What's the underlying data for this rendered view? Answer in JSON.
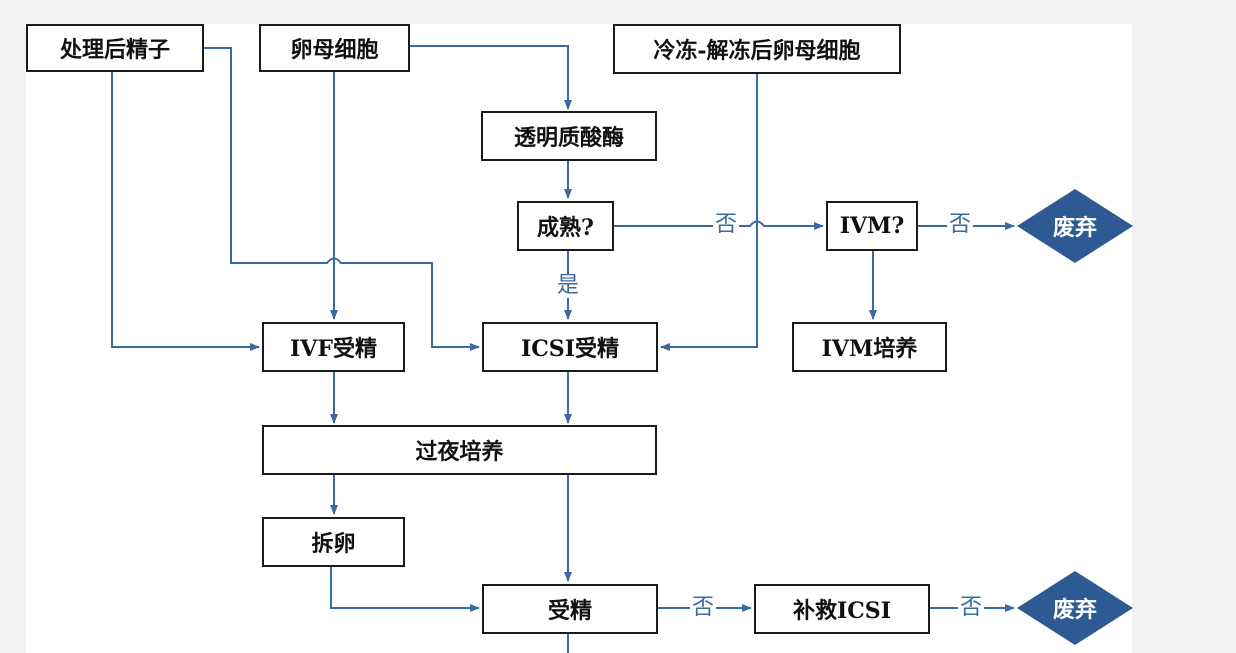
{
  "nodes": {
    "processed_sperm": "处理后精子",
    "oocyte": "卵母细胞",
    "thawed_oocyte": "冷冻-解冻后卵母细胞",
    "hyaluronidase": "透明质酸酶",
    "mature_q": "成熟?",
    "ivm_q": "IVM?",
    "ivf": "IVF受精",
    "icsi": "ICSI受精",
    "ivm_culture": "IVM培养",
    "overnight": "过夜培养",
    "strip": "拆卵",
    "fertilized": "受精",
    "rescue_icsi": "补救ICSI",
    "discard_1": "废弃",
    "discard_2": "废弃"
  },
  "edge_labels": {
    "yes": "是",
    "no_mature": "否",
    "no_ivm": "否",
    "no_fertilized": "否",
    "no_rescue": "否"
  },
  "colors": {
    "arrow": "#3b6aa0",
    "decision_fill": "#2e5a94",
    "box_border": "#1a1a1a"
  }
}
